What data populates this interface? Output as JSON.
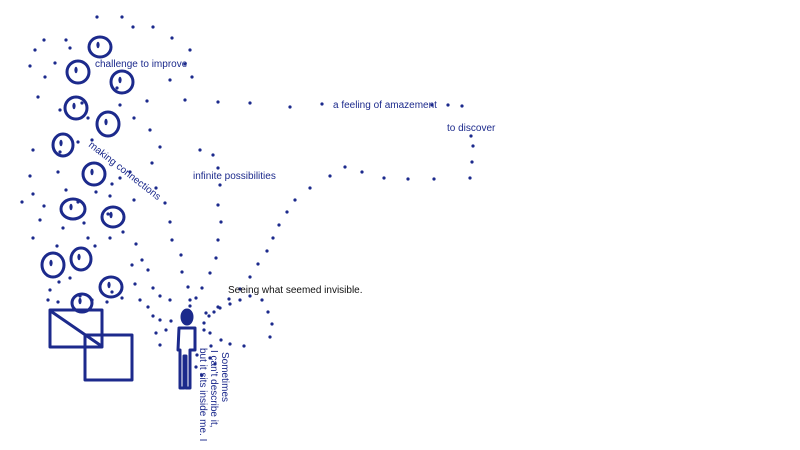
{
  "labels": {
    "challenge": "challenge to improve",
    "amazement": "a feeling of amazement",
    "discover": "to discover",
    "connections": "making connections",
    "possibilities": "infinite possibilities",
    "invisible": "Seeing what seemed invisible.",
    "sometimes_line1": "Sometimes",
    "sometimes_line2": "I can't describe it,",
    "sometimes_line3": "but it sits inside me. I"
  },
  "colors": {
    "ink": "#1c2a8c",
    "dark_text": "#111111",
    "background": "#ffffff"
  }
}
